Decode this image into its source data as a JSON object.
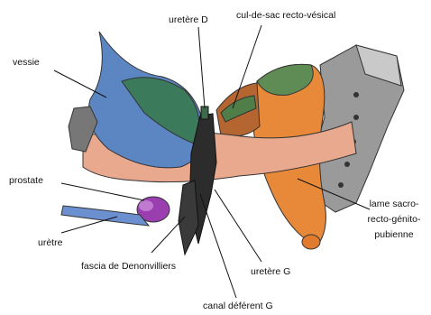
{
  "figure": {
    "labels": {
      "vessie": "vessie",
      "uretere_d": "uretère D",
      "cul_de_sac": "cul-de-sac recto-vésical",
      "prostate": "prostate",
      "uretre": "urètre",
      "fascia": "fascia de Denonvilliers",
      "uretere_g": "uretère G",
      "canal": "canal déférent G",
      "lame_1": "lame sacro-",
      "lame_2": "recto-génito-",
      "lame_3": "pubienne"
    }
  }
}
